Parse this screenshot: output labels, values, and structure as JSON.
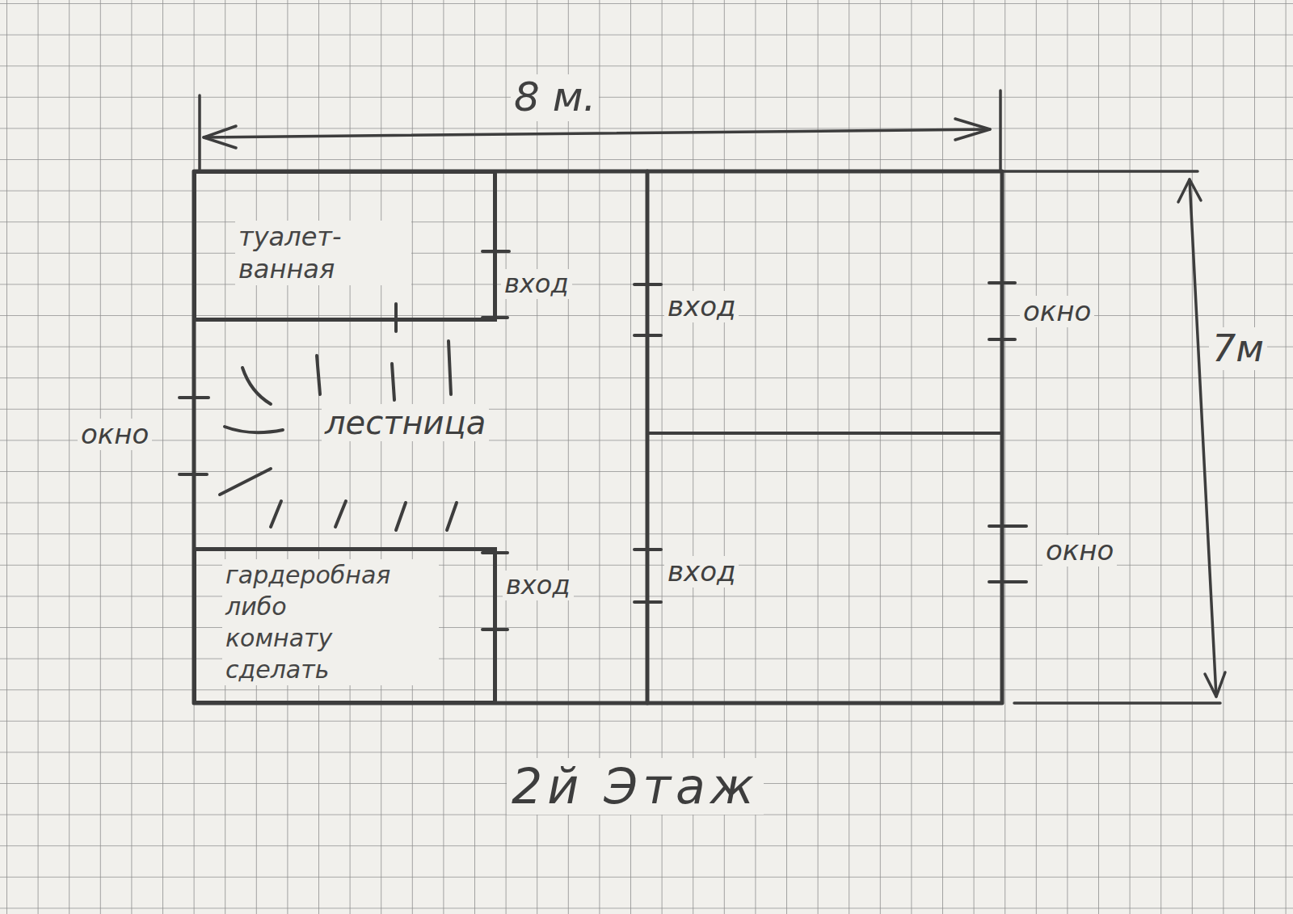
{
  "diagram": {
    "caption": "2й Этаж",
    "nodes": [
      {
        "text": [
          "туалет-ванная"
        ]
      },
      {
        "text": [
          "гардеробная либо комнату сделать"
        ]
      }
    ],
    "labels": [
      "8 м.",
      "вход",
      "вход",
      "окно",
      "7м",
      "окно",
      "лестница",
      "окно",
      "вход",
      "вход"
    ]
  }
}
